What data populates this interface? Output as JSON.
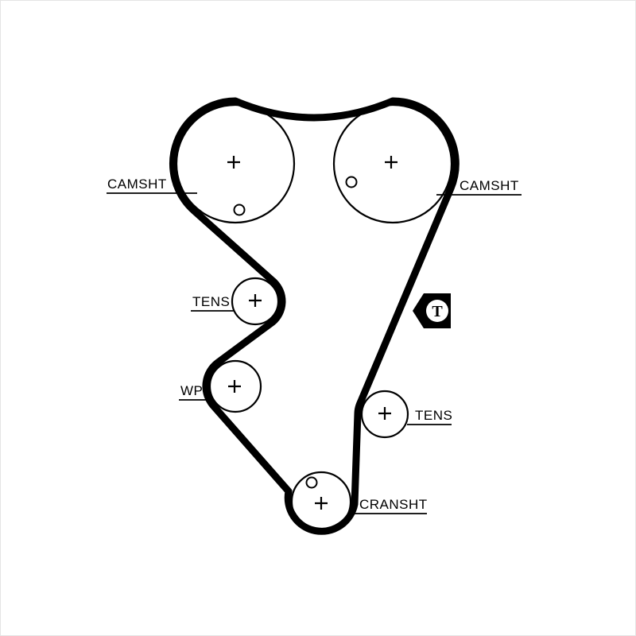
{
  "diagram": {
    "background_color": "#ffffff",
    "line_color": "#000000",
    "labels": {
      "camshaft_left": "CAMSHT",
      "camshaft_right": "CAMSHT",
      "tensioner_upper": "TENS",
      "water_pump": "WP",
      "tensioner_lower": "TENS",
      "crankshaft": "CRANSHT",
      "timing_mark": "T"
    }
  }
}
